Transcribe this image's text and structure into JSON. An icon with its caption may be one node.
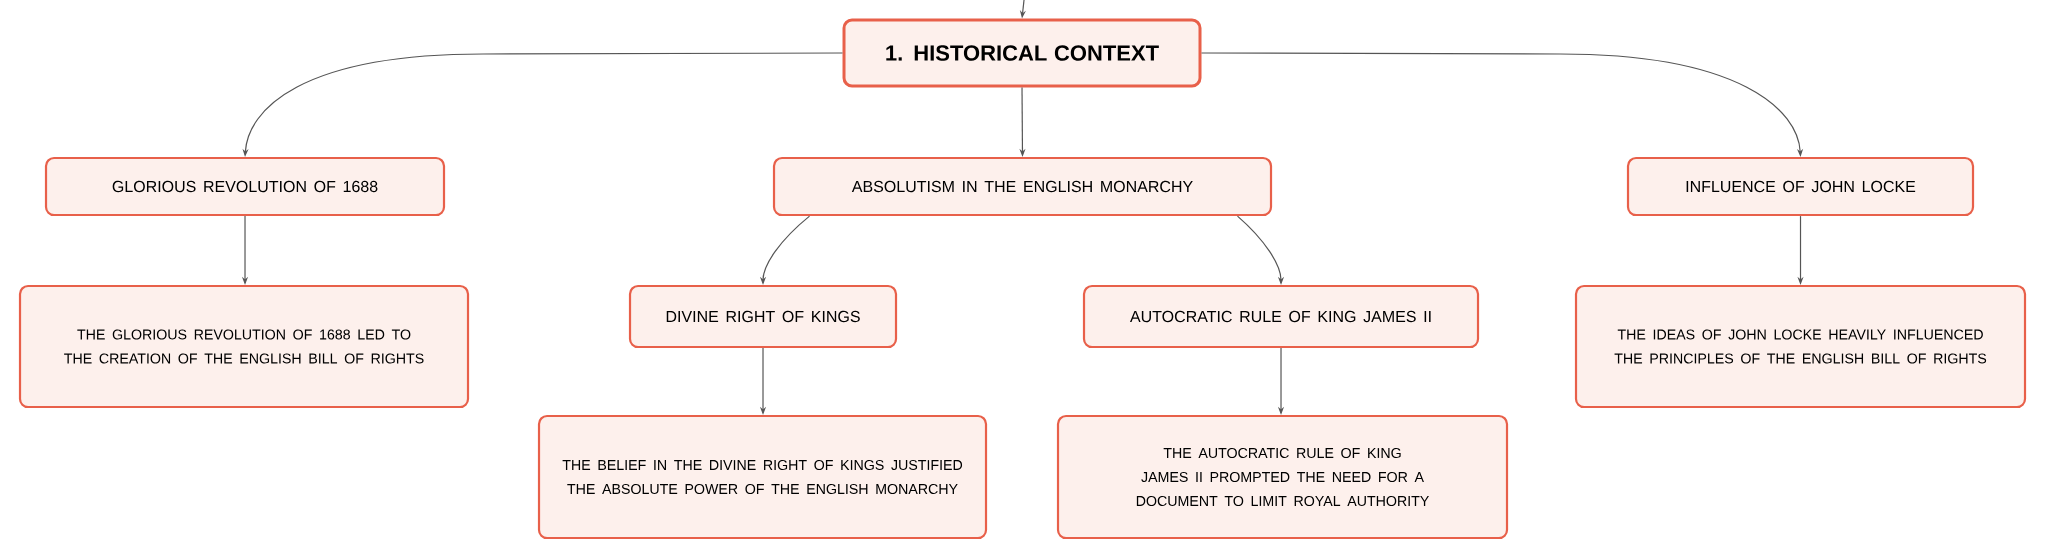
{
  "diagram": {
    "nodes": [
      {
        "text": [
          "1. HISTORICAL CONTEXT"
        ]
      },
      {
        "text": [
          "GLORIOUS REVOLUTION OF 1688"
        ]
      },
      {
        "text": [
          "ABSOLUTISM IN THE ENGLISH MONARCHY"
        ]
      },
      {
        "text": [
          "INFLUENCE OF JOHN LOCKE"
        ]
      },
      {
        "text": [
          "THE GLORIOUS REVOLUTION OF 1688 LED TO THE CREATION OF THE ENGLISH BILL OF RIGHTS"
        ]
      },
      {
        "text": [
          "DIVINE RIGHT OF KINGS"
        ]
      },
      {
        "text": [
          "AUTOCRATIC RULE OF KING JAMES II"
        ]
      },
      {
        "text": [
          "THE IDEAS OF JOHN LOCKE HEAVILY INFLUENCED THE PRINCIPLES OF THE ENGLISH BILL OF RIGHTS"
        ]
      },
      {
        "text": [
          "THE BELIEF IN THE DIVINE RIGHT OF KINGS JUSTIFIED THE ABSOLUTE POWER OF THE ENGLISH MONARCHY"
        ]
      },
      {
        "text": [
          "THE AUTOCRATIC RULE OF KING JAMES II PROMPTED THE NEED FOR A DOCUMENT TO LIMIT ROYAL AUTHORITY"
        ]
      }
    ],
    "edges": [
      {
        "from": null,
        "to": 0,
        "arrow": "to"
      },
      {
        "from": 0,
        "to": 1,
        "arrow": "to"
      },
      {
        "from": 0,
        "to": 2,
        "arrow": "to"
      },
      {
        "from": 0,
        "to": 3,
        "arrow": "to"
      },
      {
        "from": 1,
        "to": 4,
        "arrow": "to"
      },
      {
        "from": 2,
        "to": 5,
        "arrow": "to"
      },
      {
        "from": 2,
        "to": 6,
        "arrow": "to"
      },
      {
        "from": 3,
        "to": 7,
        "arrow": "to"
      },
      {
        "from": 5,
        "to": 8,
        "arrow": "to"
      },
      {
        "from": 6,
        "to": 9,
        "arrow": "to"
      }
    ]
  }
}
